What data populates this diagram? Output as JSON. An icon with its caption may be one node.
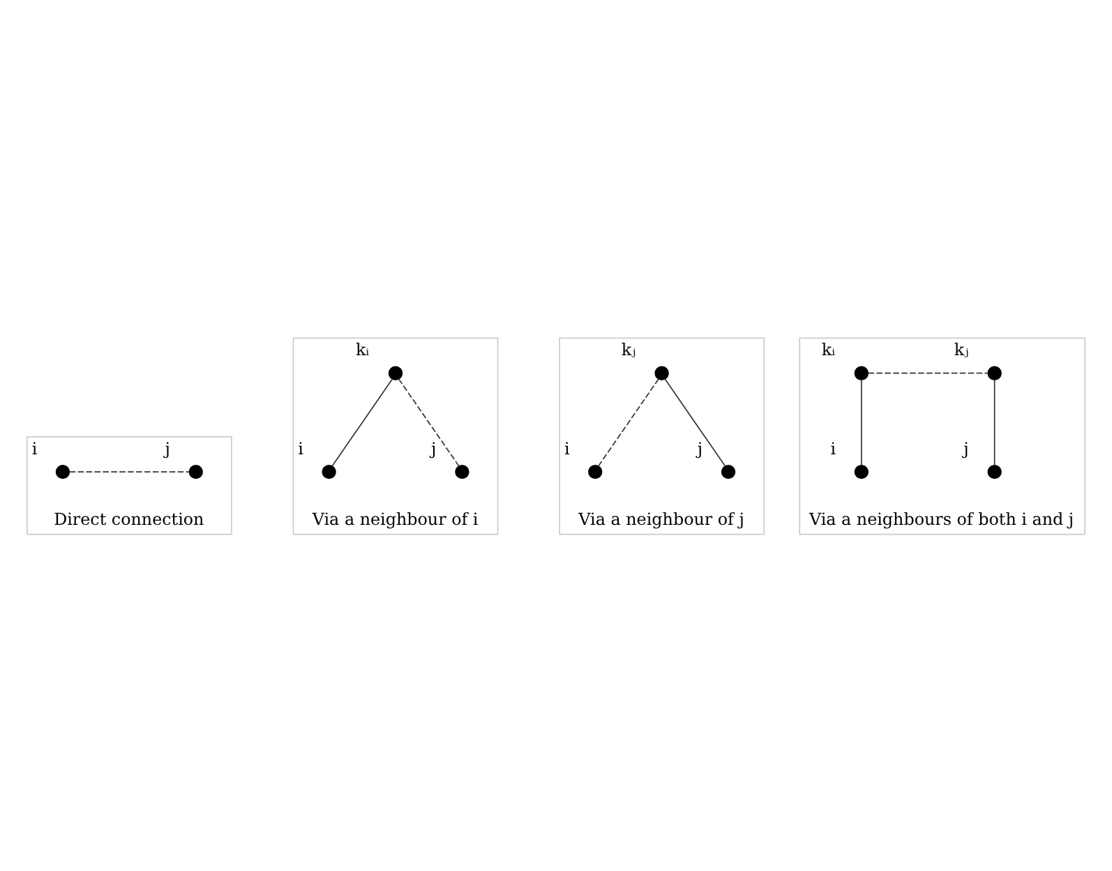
{
  "diagram": {
    "nodes": [
      {
        "text": [
          "Direct connection"
        ]
      },
      {
        "text": [],
        "shape": "circle",
        "beside": [
          "i"
        ],
        "in": 0
      },
      {
        "text": [],
        "shape": "circle",
        "beside": [
          "j"
        ],
        "in": 0
      },
      {
        "text": [
          "Via a neighbour of i"
        ]
      },
      {
        "text": [],
        "shape": "circle",
        "beside": [
          "kᵢ"
        ],
        "in": 3
      },
      {
        "text": [],
        "shape": "circle",
        "beside": [
          "i"
        ],
        "in": 3
      },
      {
        "text": [],
        "shape": "circle",
        "beside": [
          "j"
        ],
        "in": 3
      },
      {
        "text": [
          "Via a neighbour of j"
        ]
      },
      {
        "text": [],
        "shape": "circle",
        "beside": [
          "kⱼ"
        ],
        "in": 7
      },
      {
        "text": [],
        "shape": "circle",
        "beside": [
          "i"
        ],
        "in": 7
      },
      {
        "text": [],
        "shape": "circle",
        "beside": [
          "j"
        ],
        "in": 7
      },
      {
        "text": [
          "Via a neighbours of both i and j"
        ]
      },
      {
        "text": [],
        "shape": "circle",
        "beside": [
          "kᵢ"
        ],
        "in": 11
      },
      {
        "text": [],
        "shape": "circle",
        "beside": [
          "kⱼ"
        ],
        "in": 11
      },
      {
        "text": [],
        "shape": "circle",
        "beside": [
          "i"
        ],
        "in": 11
      },
      {
        "text": [],
        "shape": "circle",
        "beside": [
          "j"
        ],
        "in": 11
      }
    ],
    "edges": [
      {
        "from": 1,
        "to": 2,
        "arrow": "none",
        "style": "dashed"
      },
      {
        "from": 5,
        "to": 4,
        "arrow": "none"
      },
      {
        "from": 4,
        "to": 6,
        "arrow": "none",
        "style": "dashed"
      },
      {
        "from": 9,
        "to": 8,
        "arrow": "none",
        "style": "dashed"
      },
      {
        "from": 8,
        "to": 10,
        "arrow": "none"
      },
      {
        "from": 14,
        "to": 12,
        "arrow": "none"
      },
      {
        "from": 12,
        "to": 13,
        "arrow": "none",
        "style": "dashed"
      },
      {
        "from": 13,
        "to": 15,
        "arrow": "none"
      }
    ]
  }
}
